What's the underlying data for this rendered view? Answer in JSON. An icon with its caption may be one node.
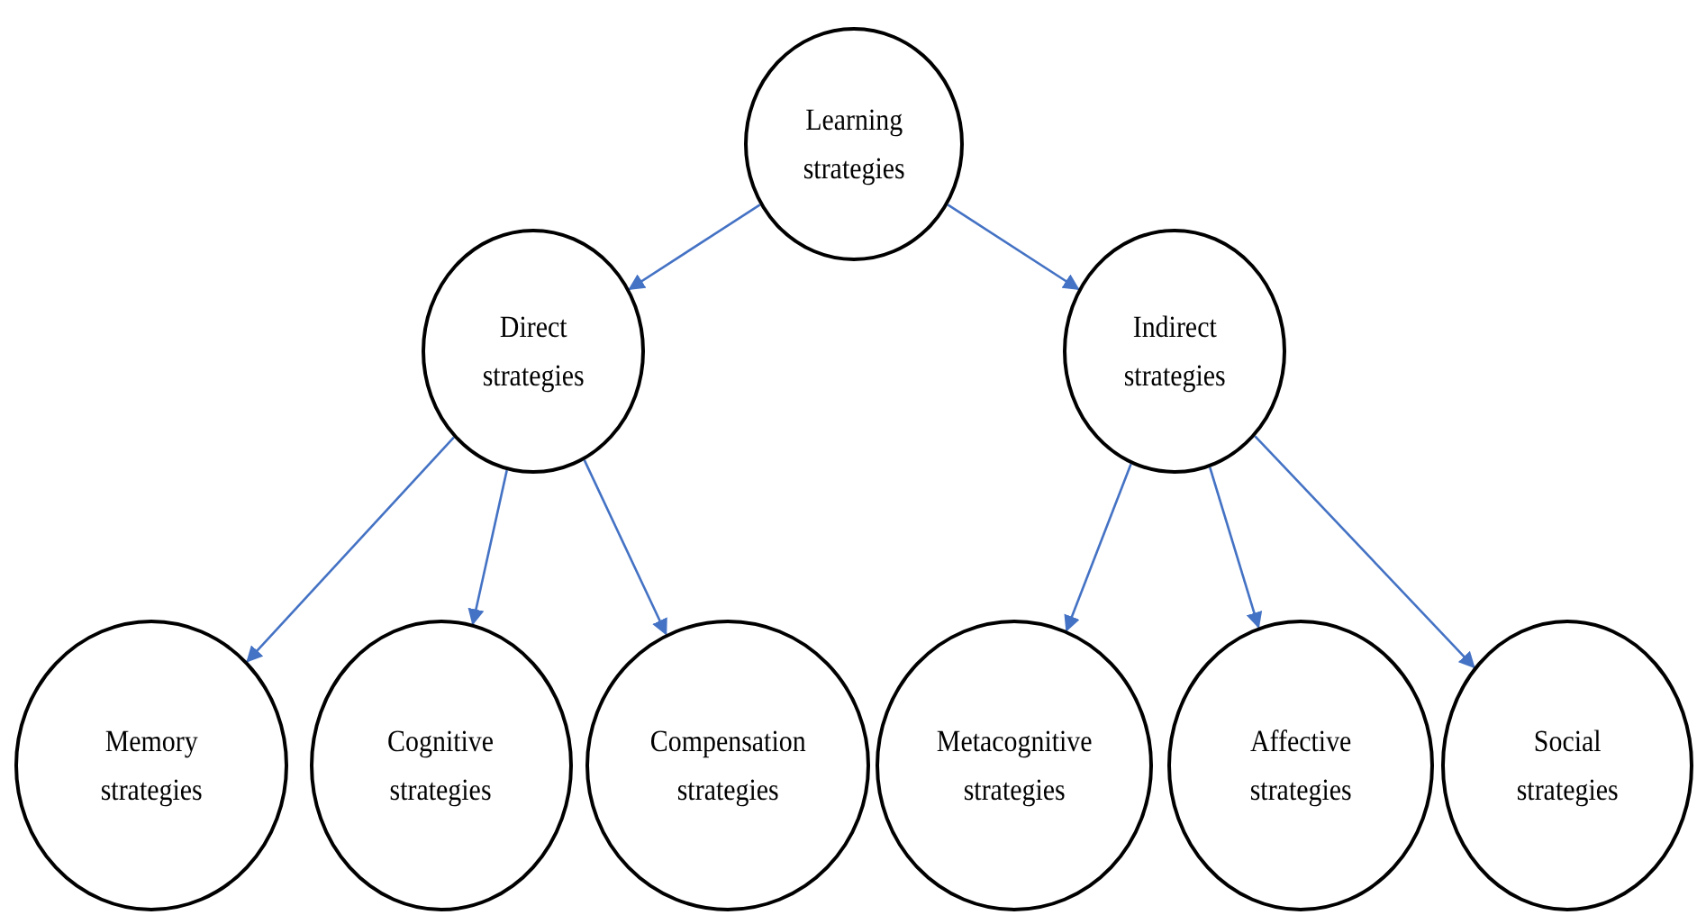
{
  "diagram": {
    "nodes": [
      {
        "text": [
          "Learning strategies"
        ]
      },
      {
        "text": [
          "Direct strategies"
        ]
      },
      {
        "text": [
          "Indirect strategies"
        ]
      },
      {
        "text": [
          "Memory strategies"
        ]
      },
      {
        "text": [
          "Cognitive strategies"
        ]
      },
      {
        "text": [
          "Compensation strategies"
        ]
      },
      {
        "text": [
          "Metacognitive strategies"
        ]
      },
      {
        "text": [
          "Affective strategies"
        ]
      },
      {
        "text": [
          "Social strategies"
        ]
      }
    ],
    "edges": [
      {
        "from": 0,
        "to": 1,
        "arrow": "to"
      },
      {
        "from": 0,
        "to": 2,
        "arrow": "to"
      },
      {
        "from": 1,
        "to": 3,
        "arrow": "to"
      },
      {
        "from": 1,
        "to": 4,
        "arrow": "to"
      },
      {
        "from": 1,
        "to": 5,
        "arrow": "to"
      },
      {
        "from": 2,
        "to": 6,
        "arrow": "to"
      },
      {
        "from": 2,
        "to": 7,
        "arrow": "to"
      },
      {
        "from": 2,
        "to": 8,
        "arrow": "to"
      }
    ]
  }
}
